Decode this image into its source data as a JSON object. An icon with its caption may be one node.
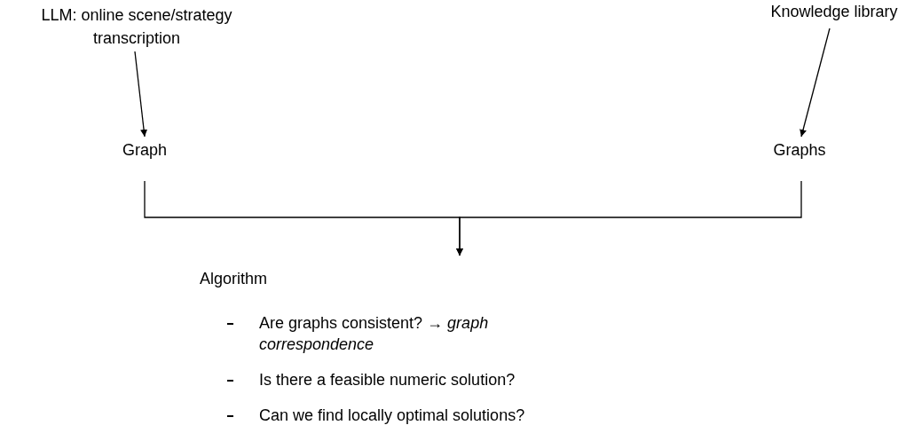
{
  "diagram": {
    "nodes": [
      {
        "text": [
          "LLM: online scene/strategy transcription"
        ]
      },
      {
        "text": [
          "Graph"
        ]
      },
      {
        "text": [
          "Knowledge library"
        ]
      },
      {
        "text": [
          "Graphs"
        ]
      },
      {
        "text": [
          "Algorithm",
          "Are graphs consistent? → *graph correspondence*",
          "Is there a feasible numeric solution?",
          "Can we find locally optimal solutions?"
        ]
      }
    ],
    "edges": [
      {
        "from": 0,
        "to": 1,
        "arrow": "to"
      },
      {
        "from": 2,
        "to": 3,
        "arrow": "to"
      },
      {
        "from": 1,
        "to": 4,
        "arrow": "to"
      },
      {
        "from": 3,
        "to": 4,
        "arrow": "to"
      }
    ]
  }
}
